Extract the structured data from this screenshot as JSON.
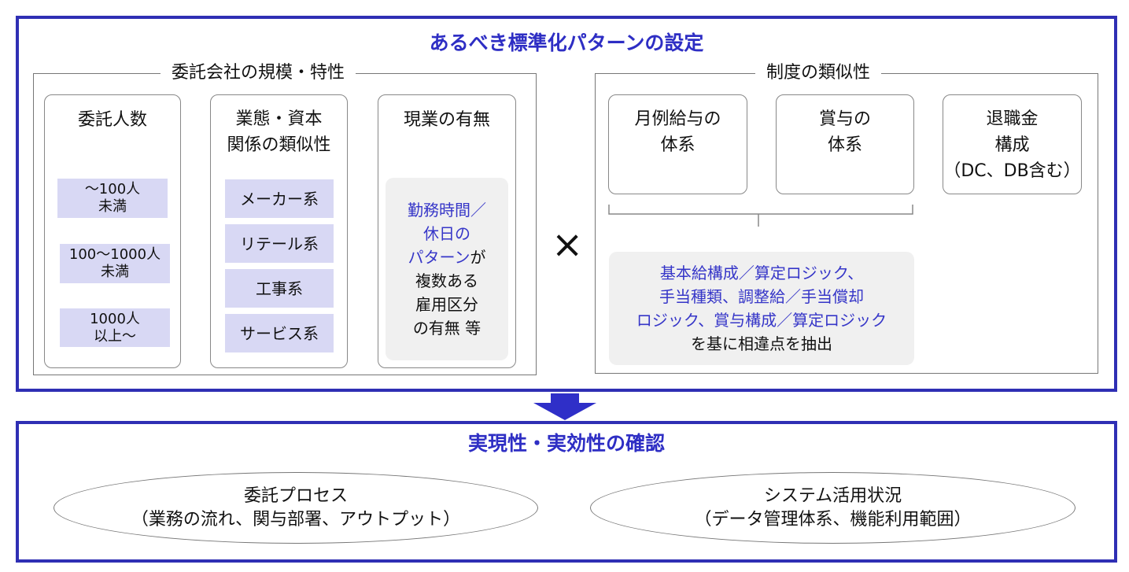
{
  "top_panel": {
    "title": "あるべき標準化パターンの設定",
    "left_group": {
      "label": "委託会社の規模・特性",
      "cards": [
        {
          "head_lines": [
            "委託人数"
          ],
          "chips": [
            [
              "〜100人",
              "未満"
            ],
            [
              "100〜1000人",
              "未満"
            ],
            [
              "1000人",
              "以上〜"
            ]
          ]
        },
        {
          "head_lines": [
            "業態・資本",
            "関係の類似性"
          ],
          "chips": [
            "メーカー系",
            "リテール系",
            "工事系",
            "サービス系"
          ]
        },
        {
          "head_lines": [
            "現業の有無"
          ],
          "note_blue": [
            "勤務時間／",
            "休日の",
            "パターン"
          ],
          "note_blue_suffix": "が",
          "note_black": [
            "複数ある",
            "雇用区分",
            "の有無 等"
          ]
        }
      ]
    },
    "operator": "×",
    "right_group": {
      "label": "制度の類似性",
      "cards": [
        {
          "lines": [
            "月例給与の",
            "体系"
          ]
        },
        {
          "lines": [
            "賞与の",
            "体系"
          ]
        },
        {
          "lines": [
            "退職金",
            "構成",
            "（DC、DB含む）"
          ]
        }
      ],
      "note_blue": [
        "基本給構成／算定ロジック、",
        "手当種類、調整給／手当償却",
        "ロジック、賞与構成／算定ロジック"
      ],
      "note_black": "を基に相違点を抽出"
    }
  },
  "bottom_panel": {
    "title": "実現性・実効性の確認",
    "ellipses": [
      {
        "lines": [
          "委託プロセス",
          "（業務の流れ、関与部署、アウトプット）"
        ]
      },
      {
        "lines": [
          "システム活用状況",
          "（データ管理体系、機能利用範囲）"
        ]
      }
    ]
  },
  "colors": {
    "accent": "#2e2ec4",
    "chip": "#d8d8f4",
    "note": "#f0f0f0"
  }
}
